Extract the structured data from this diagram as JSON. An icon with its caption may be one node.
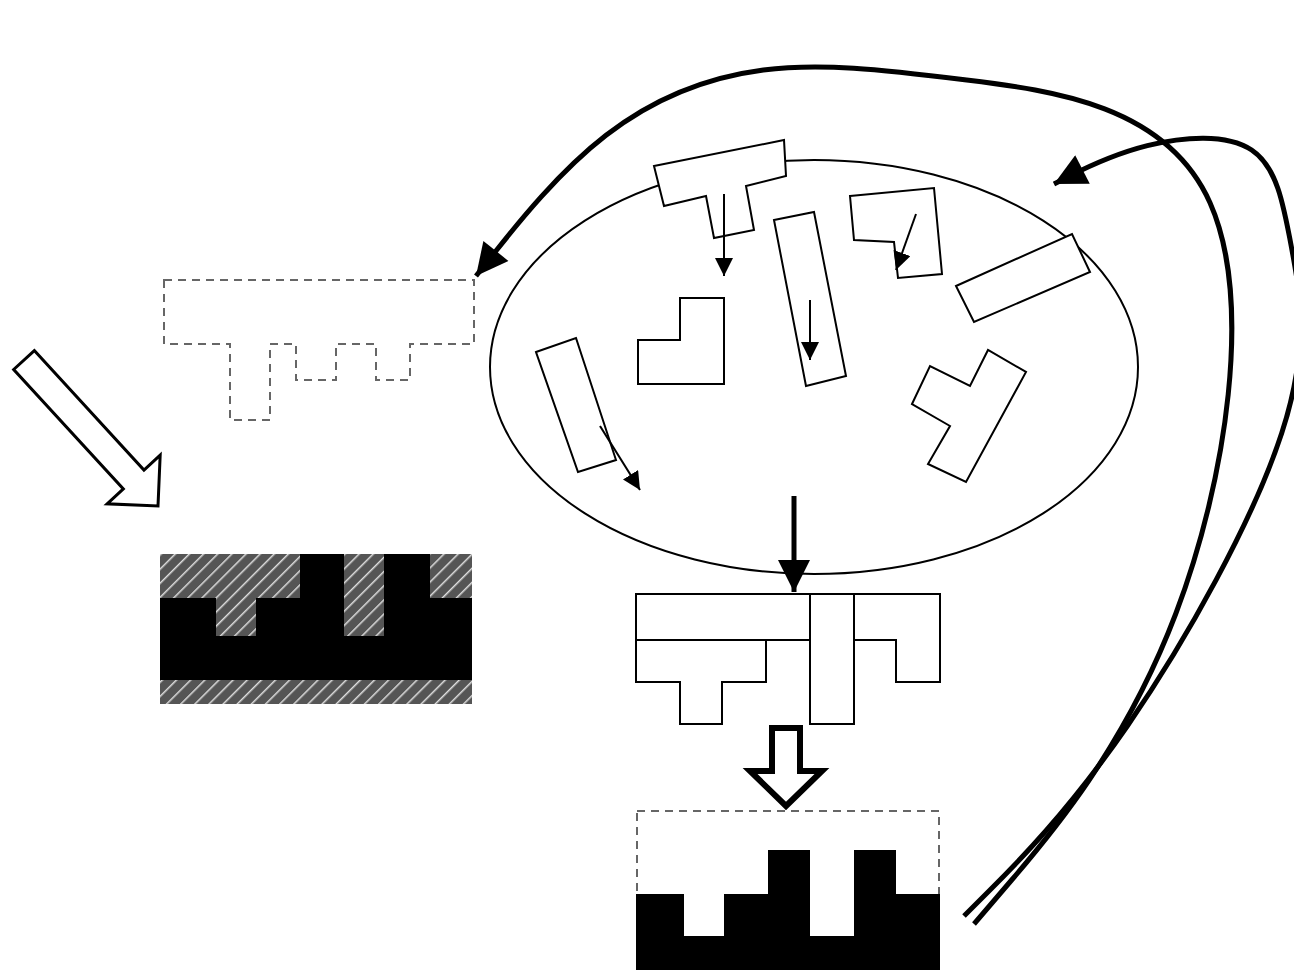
{
  "diagram": {
    "nodes": [
      {
        "text": [],
        "shape": "picture"
      },
      {
        "text": [],
        "shape": "ellipse"
      },
      {
        "text": [],
        "shape": "picture"
      },
      {
        "text": [],
        "shape": "picture"
      },
      {
        "text": [],
        "shape": "picture"
      }
    ],
    "edges": [
      {
        "from": 4,
        "to": 1,
        "arrow": "to"
      },
      {
        "from": 4,
        "to": 0,
        "arrow": "to"
      },
      {
        "from": 1,
        "to": 3,
        "arrow": "to"
      },
      {
        "from": 3,
        "to": 4,
        "arrow": "to"
      },
      {
        "from": null,
        "to": 2,
        "arrow": "to"
      }
    ]
  }
}
